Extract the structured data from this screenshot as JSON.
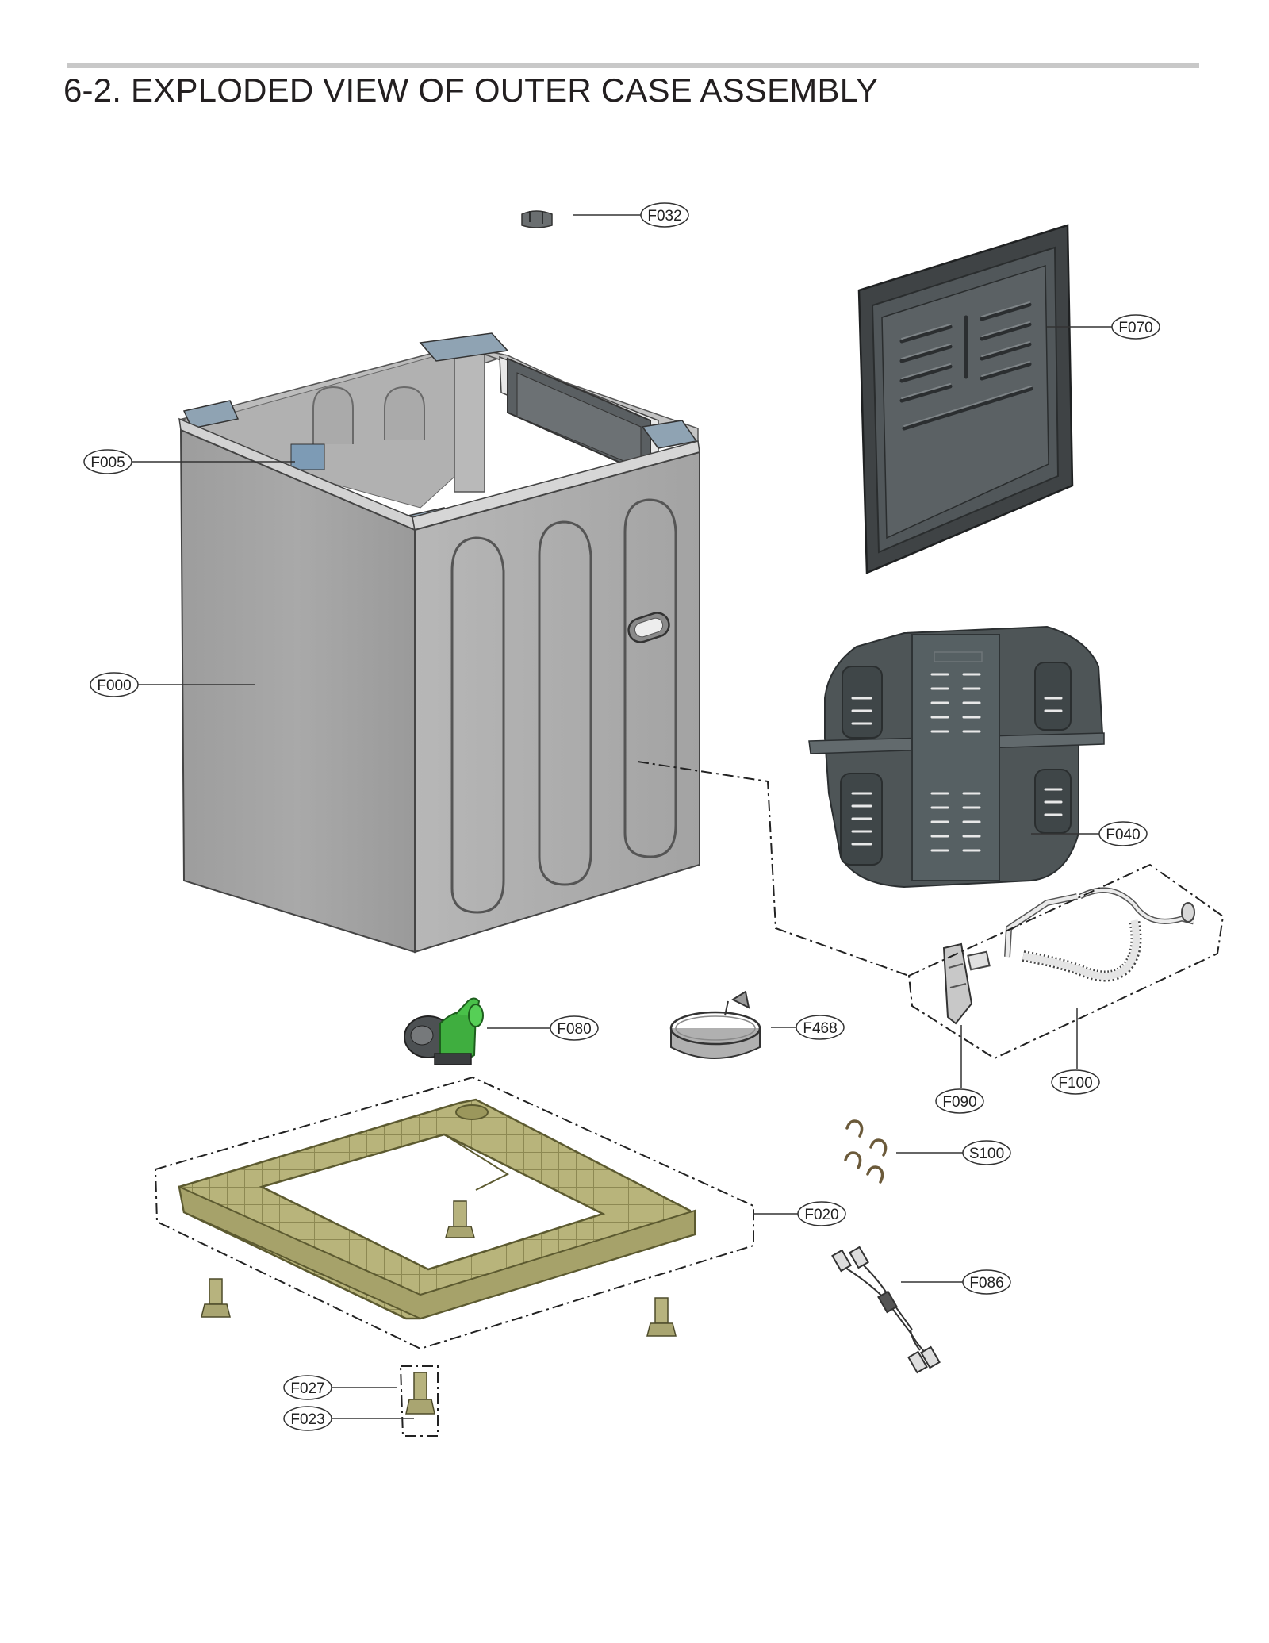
{
  "page": {
    "title": "6-2. EXPLODED VIEW OF OUTER CASE ASSEMBLY"
  },
  "colors": {
    "cabinet": "#a7a7a7",
    "cabinet_dark": "#8e8e8e",
    "panel": "#4f5356",
    "base_frame": "#b5b27a",
    "pump": "#3fae3f",
    "line": "#222222",
    "rule": "#c8c8c8"
  },
  "parts": {
    "F032": "F032",
    "F070": "F070",
    "F005": "F005",
    "F000": "F000",
    "F040": "F040",
    "F080": "F080",
    "F468": "F468",
    "F100": "F100",
    "F090": "F090",
    "S100": "S100",
    "F020": "F020",
    "F086": "F086",
    "F027": "F027",
    "F023": "F023"
  }
}
